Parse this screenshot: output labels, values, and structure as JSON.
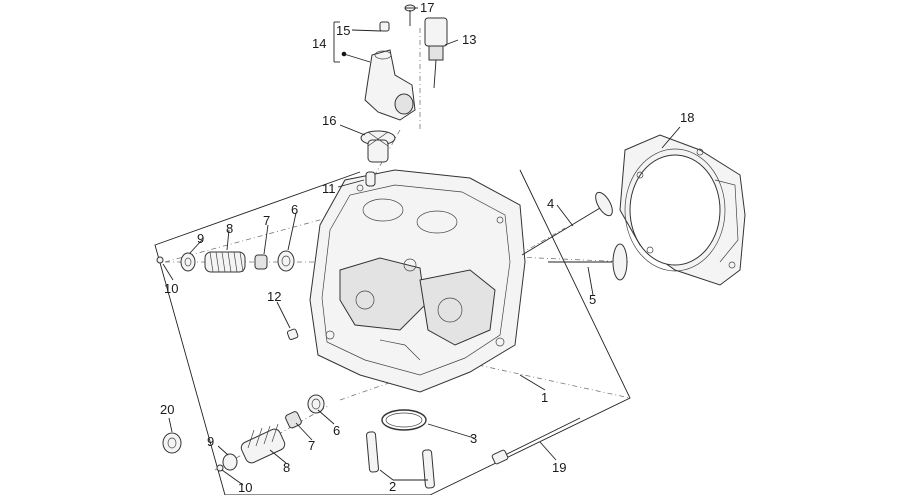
{
  "callouts": {
    "c1": "1",
    "c2": "2",
    "c3": "3",
    "c4": "4",
    "c5": "5",
    "c6a": "6",
    "c6b": "6",
    "c7a": "7",
    "c7b": "7",
    "c8a": "8",
    "c8b": "8",
    "c9a": "9",
    "c9b": "9",
    "c10a": "10",
    "c10b": "10",
    "c11": "11",
    "c12": "12",
    "c13": "13",
    "c14": "14",
    "c15": "15",
    "c16": "16",
    "c17": "17",
    "c18": "18",
    "c19": "19",
    "c20": "20"
  }
}
